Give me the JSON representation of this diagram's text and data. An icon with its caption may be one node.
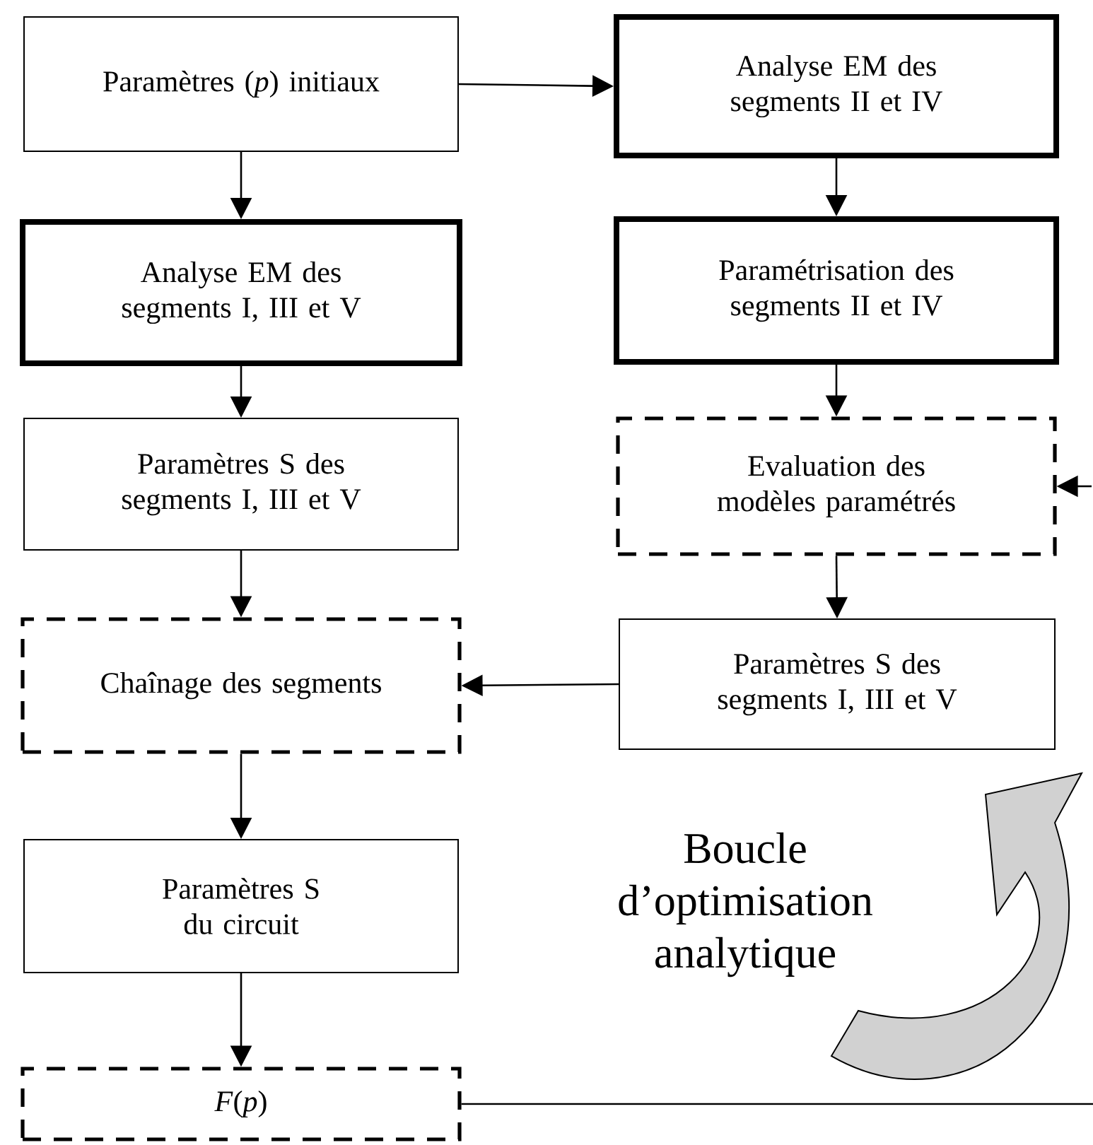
{
  "diagram": {
    "nodes": [
      {
        "text": [
          "Paramètres (*p*) initiaux"
        ]
      },
      {
        "text": [
          "Analyse EM des segments II et IV"
        ]
      },
      {
        "text": [
          "Analyse EM des segments I, III et V"
        ]
      },
      {
        "text": [
          "Paramétrisation des segments II et IV"
        ]
      },
      {
        "text": [
          "Paramètres S des segments I, III et V"
        ]
      },
      {
        "text": [
          "Evaluation des modèles paramétrés"
        ]
      },
      {
        "text": [
          "Chaînage des segments"
        ]
      },
      {
        "text": [
          "Paramètres S des segments I, III et V"
        ]
      },
      {
        "text": [
          "Paramètres S du circuit"
        ]
      },
      {
        "text": [
          "*F*(*p*)"
        ]
      }
    ],
    "edges": [
      {
        "from": 0,
        "to": 1,
        "arrow": "to"
      },
      {
        "from": 0,
        "to": 2,
        "arrow": "to"
      },
      {
        "from": 1,
        "to": 3,
        "arrow": "to"
      },
      {
        "from": 2,
        "to": 4,
        "arrow": "to"
      },
      {
        "from": 3,
        "to": 5,
        "arrow": "to"
      },
      {
        "from": 4,
        "to": 6,
        "arrow": "to"
      },
      {
        "from": 5,
        "to": 7,
        "arrow": "to"
      },
      {
        "from": 7,
        "to": 6,
        "arrow": "to"
      },
      {
        "from": 6,
        "to": 8,
        "arrow": "to"
      },
      {
        "from": 8,
        "to": 9,
        "arrow": "to"
      },
      {
        "from": 9,
        "to": null,
        "arrow": "none"
      },
      {
        "from": null,
        "to": 5,
        "arrow": "to"
      }
    ],
    "labels": [
      "Boucle d’optimisation analytique"
    ]
  }
}
